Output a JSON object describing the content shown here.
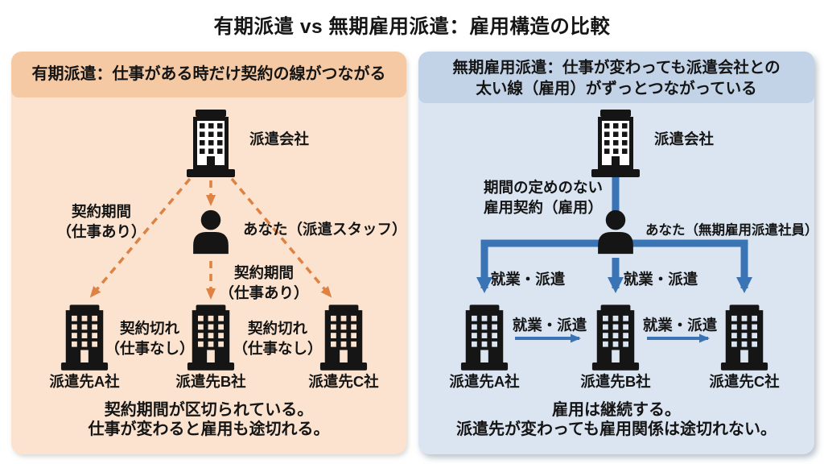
{
  "title": "有期派遣 vs 無期雇用派遣：雇用構造の比較",
  "colors": {
    "left-band": "#F5C9A3",
    "left-body": "#FBE3CF",
    "right-band": "#C2D3E8",
    "right-body": "#DBE5F2",
    "orange": "#DD8243",
    "blue": "#3A74B4",
    "ink": "#151515"
  },
  "left_panel": {
    "header": "有期派遣：仕事がある時だけ契約の線がつながる",
    "agency": "派遣会社",
    "you": "あなた（派遣スタッフ）",
    "contract_upper": [
      "契約期間",
      "（仕事あり）"
    ],
    "contract_lower": [
      "契約期間",
      "（仕事あり）"
    ],
    "expire_ab": [
      "契約切れ",
      "（仕事なし）"
    ],
    "expire_bc": [
      "契約切れ",
      "（仕事なし）"
    ],
    "companies": [
      "派遣先A社",
      "派遣先B社",
      "派遣先C社"
    ],
    "summary": [
      "契約期間が区切られている。",
      "仕事が変わると雇用も途切れる。"
    ]
  },
  "right_panel": {
    "header": [
      "無期雇用派遣：仕事が変わっても派遣会社との",
      "太い線（雇用）がずっとつながっている"
    ],
    "agency": "派遣会社",
    "employment_contract": [
      "期間の定めのない",
      "雇用契約（雇用）"
    ],
    "you": "あなた（無期雇用派遣社員）",
    "work_labels": [
      "就業・派遣",
      "就業・派遣",
      "就業・派遣",
      "就業・派遣"
    ],
    "companies": [
      "派遣先A社",
      "派遣先B社",
      "派遣先C社"
    ],
    "summary": [
      "雇用は継続する。",
      "派遣先が変わっても雇用関係は途切れない。"
    ]
  }
}
